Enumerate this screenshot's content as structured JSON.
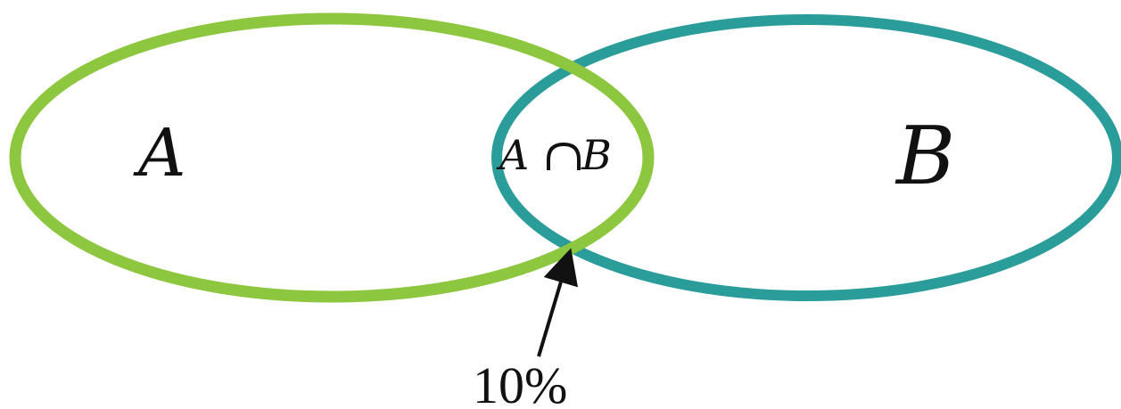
{
  "diagram": {
    "sets": [
      {
        "id": "A",
        "label": "A",
        "color": "#8dc63f"
      },
      {
        "id": "B",
        "label": "B",
        "color": "#2a9d9a"
      }
    ],
    "intersection": {
      "label_left": "A",
      "label_right": "B",
      "operator_symbol": "intersection-cap-symbol"
    },
    "callout": {
      "label": "10%",
      "arrow_color": "#111111"
    }
  }
}
